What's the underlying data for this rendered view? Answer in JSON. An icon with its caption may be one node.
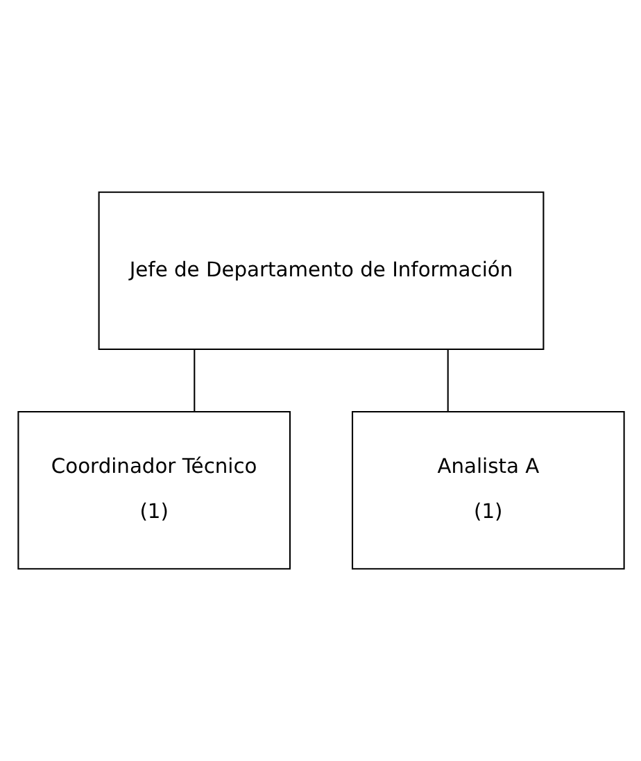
{
  "diagram": {
    "nodes": [
      {
        "text": [
          "Jefe de Departamento de Información"
        ]
      },
      {
        "text": [
          "Coordinador Técnico",
          "(1)"
        ]
      },
      {
        "text": [
          "Analista A",
          "(1)"
        ]
      }
    ],
    "edges": [
      {
        "from": 0,
        "to": 1,
        "arrow": "none"
      },
      {
        "from": 0,
        "to": 2,
        "arrow": "none"
      }
    ]
  }
}
